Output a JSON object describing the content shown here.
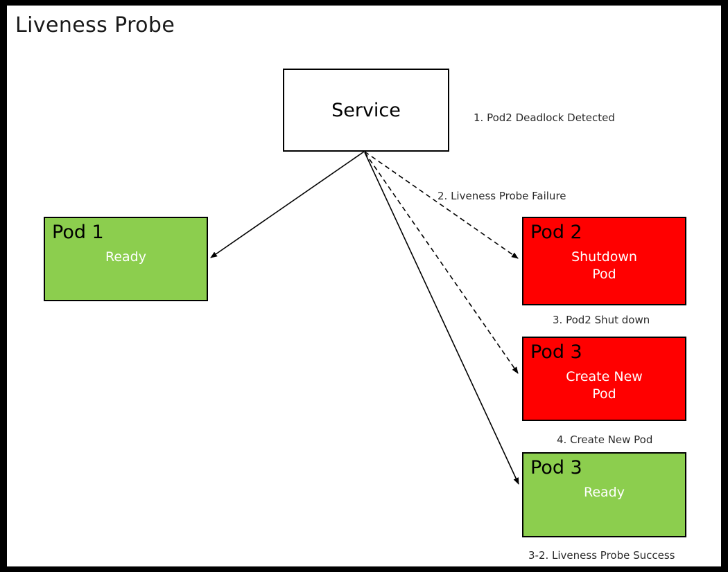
{
  "diagram": {
    "title": "Liveness Probe",
    "colors": {
      "ready_green": "#8CCE4E",
      "failure_red": "#FF0000",
      "service_white": "#FFFFFF",
      "stroke_black": "#000000",
      "frame_black": "#000000"
    },
    "nodes": [
      {
        "id": "service",
        "label": "Service",
        "sublabel": "",
        "fill": "#FFFFFF",
        "label_color": "#000000"
      },
      {
        "id": "pod1",
        "label": "Pod 1",
        "sublabel": "Ready",
        "fill": "#8CCE4E",
        "label_color": "#000000",
        "sublabel_color": "#FFFFFF"
      },
      {
        "id": "pod2",
        "label": "Pod 2",
        "sublabel": "Shutdown\nPod",
        "fill": "#FF0000",
        "label_color": "#000000",
        "sublabel_color": "#FFFFFF"
      },
      {
        "id": "pod3-new",
        "label": "Pod 3",
        "sublabel": "Create New\nPod",
        "fill": "#FF0000",
        "label_color": "#000000",
        "sublabel_color": "#FFFFFF"
      },
      {
        "id": "pod3-ready",
        "label": "Pod 3",
        "sublabel": "Ready",
        "fill": "#8CCE4E",
        "label_color": "#000000",
        "sublabel_color": "#FFFFFF"
      }
    ],
    "annotations": [
      {
        "id": "step-1",
        "text": "1. Pod2 Deadlock Detected"
      },
      {
        "id": "step-2",
        "text": "2. Liveness Probe Failure"
      },
      {
        "id": "step-3",
        "text": "3. Pod2 Shut down"
      },
      {
        "id": "step-4",
        "text": "4. Create New Pod"
      },
      {
        "id": "step-3-2",
        "text": "3-2. Liveness Probe Success"
      }
    ],
    "edges": [
      {
        "id": "service-to-pod1",
        "from": "service",
        "to": "pod1",
        "style": "solid",
        "arrow": "end"
      },
      {
        "id": "service-to-pod2",
        "from": "service",
        "to": "pod2",
        "style": "dashed",
        "arrow": "end"
      },
      {
        "id": "service-to-pod3-new",
        "from": "service",
        "to": "pod3-new",
        "style": "dashed",
        "arrow": "end"
      },
      {
        "id": "service-to-pod3-ready",
        "from": "service",
        "to": "pod3-ready",
        "style": "solid",
        "arrow": "end"
      }
    ]
  }
}
